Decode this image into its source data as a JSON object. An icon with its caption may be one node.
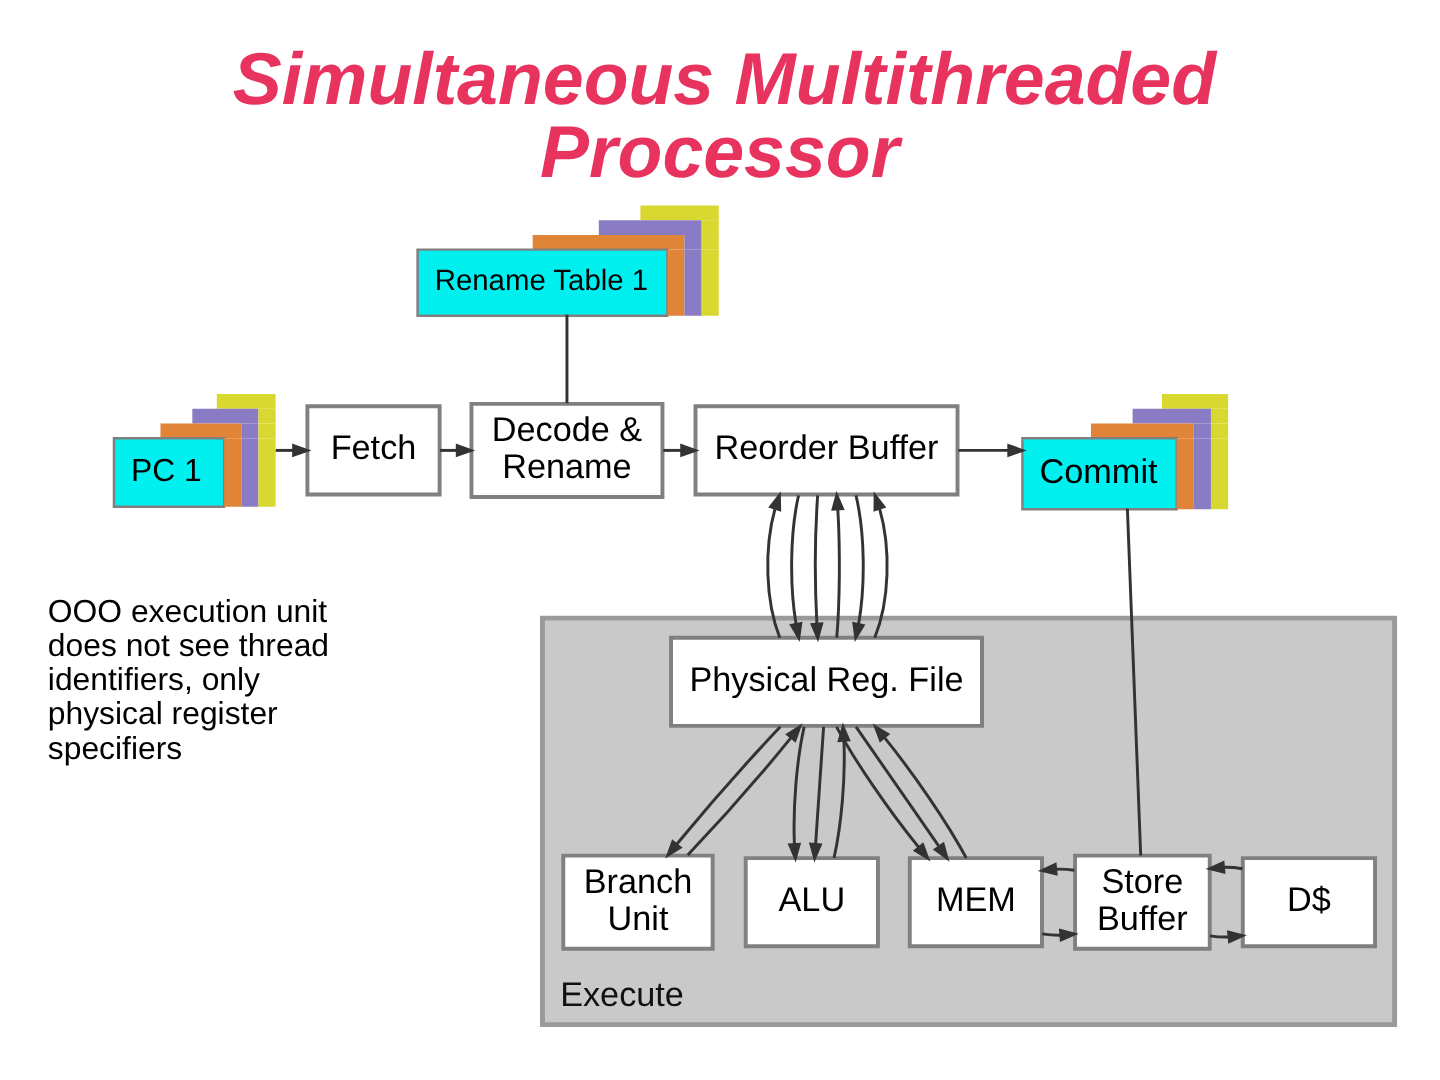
{
  "diagram": {
    "title": "Simultaneous Multithreaded Processor",
    "nodes": [
      {
        "text": [
          "Rename Table 1"
        ]
      },
      {
        "text": [
          "PC 1"
        ]
      },
      {
        "text": [
          "Fetch"
        ]
      },
      {
        "text": [
          "Decode & Rename"
        ]
      },
      {
        "text": [
          "Reorder Buffer"
        ]
      },
      {
        "text": [
          "Commit"
        ]
      },
      {
        "text": [
          "Execute"
        ]
      },
      {
        "text": [
          "Physical Reg. File"
        ],
        "in": 6
      },
      {
        "text": [
          "Branch Unit"
        ],
        "in": 6
      },
      {
        "text": [
          "ALU"
        ],
        "in": 6
      },
      {
        "text": [
          "MEM"
        ],
        "in": 6
      },
      {
        "text": [
          "Store Buffer"
        ],
        "in": 6
      },
      {
        "text": [
          "D$"
        ],
        "in": 6
      }
    ],
    "edges": [
      {
        "from": 1,
        "to": 2,
        "arrow": "to"
      },
      {
        "from": 2,
        "to": 3,
        "arrow": "to"
      },
      {
        "from": 3,
        "to": 4,
        "arrow": "to"
      },
      {
        "from": 4,
        "to": 5,
        "arrow": "to"
      },
      {
        "from": 0,
        "to": 3,
        "arrow": "none"
      },
      {
        "from": 4,
        "to": 7,
        "arrow": "to"
      },
      {
        "from": 7,
        "to": 4,
        "arrow": "to"
      },
      {
        "from": 4,
        "to": 7,
        "arrow": "to"
      },
      {
        "from": 7,
        "to": 4,
        "arrow": "to"
      },
      {
        "from": 4,
        "to": 7,
        "arrow": "to"
      },
      {
        "from": 7,
        "to": 4,
        "arrow": "to"
      },
      {
        "from": 7,
        "to": 8,
        "arrow": "to"
      },
      {
        "from": 8,
        "to": 7,
        "arrow": "to"
      },
      {
        "from": 7,
        "to": 9,
        "arrow": "to"
      },
      {
        "from": 7,
        "to": 9,
        "arrow": "to"
      },
      {
        "from": 9,
        "to": 7,
        "arrow": "to"
      },
      {
        "from": 7,
        "to": 10,
        "arrow": "to"
      },
      {
        "from": 7,
        "to": 10,
        "arrow": "to"
      },
      {
        "from": 10,
        "to": 7,
        "arrow": "to"
      },
      {
        "from": 10,
        "to": 11,
        "arrow": "to"
      },
      {
        "from": 11,
        "to": 10,
        "arrow": "to"
      },
      {
        "from": 11,
        "to": 12,
        "arrow": "to"
      },
      {
        "from": 12,
        "to": 11,
        "arrow": "to"
      },
      {
        "from": 5,
        "to": 11,
        "arrow": "none"
      }
    ],
    "labels": [
      "OOO execution unit does not see thread identifiers, only physical register specifiers"
    ]
  }
}
